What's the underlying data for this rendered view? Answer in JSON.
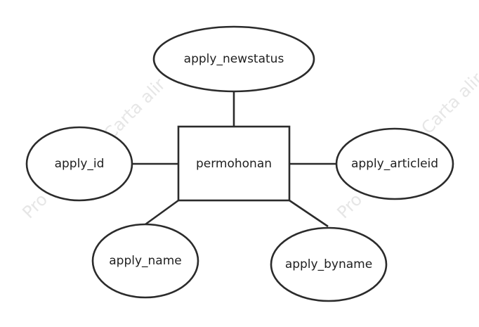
{
  "diagram": {
    "entity": {
      "label": "permohonan"
    },
    "attributes": [
      {
        "label": "apply_newstatus"
      },
      {
        "label": "apply_id"
      },
      {
        "label": "apply_articleid"
      },
      {
        "label": "apply_name"
      },
      {
        "label": "apply_byname"
      }
    ],
    "watermark": {
      "left": "Pro",
      "center": "Carta alir",
      "right_top": "Carta alir",
      "right": "Pro"
    }
  },
  "colors": {
    "stroke": "#2b2b2b",
    "text": "#1f1f1f",
    "background": "#ffffff",
    "watermark": "#e6e6e6"
  }
}
